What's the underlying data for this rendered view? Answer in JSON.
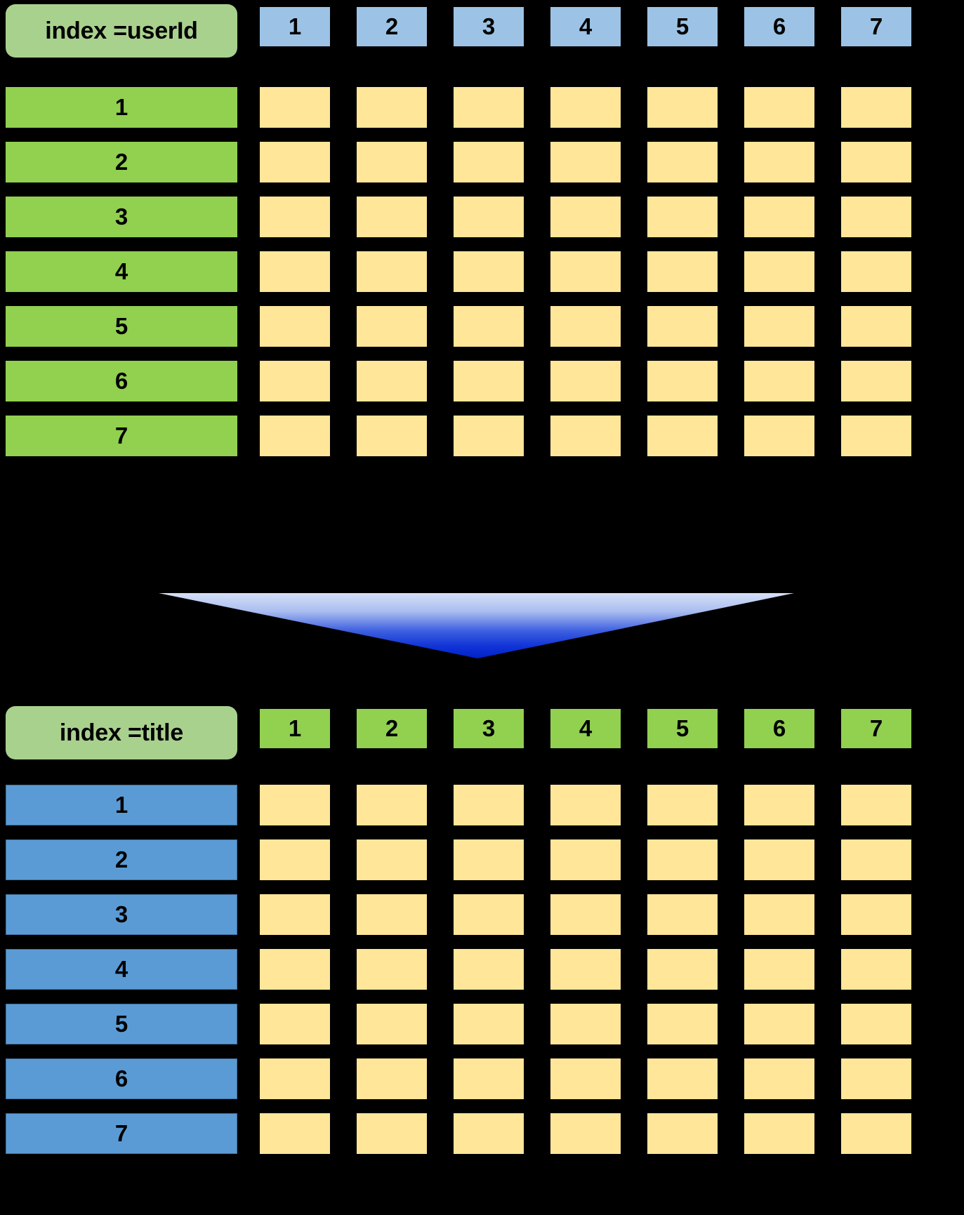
{
  "diagram": {
    "title_top": "index =userId",
    "title_bottom": "index =title",
    "arrow_icon": "down-arrow-icon",
    "colors": {
      "background": "#000000",
      "index_label_bg": "#a9d18e",
      "green_bright": "#92d050",
      "blue_light": "#9cc3e5",
      "blue_mid": "#5b9bd5",
      "blue_border": "#41719c",
      "cell_yellow": "#ffe699",
      "arrow_light": "#c5d3f0",
      "arrow_dark": "#0433cc"
    }
  },
  "top_matrix": {
    "index_label": "index =userId",
    "column_headers": [
      "1",
      "2",
      "3",
      "4",
      "5",
      "6",
      "7"
    ],
    "row_labels": [
      "1",
      "2",
      "3",
      "4",
      "5",
      "6",
      "7"
    ],
    "cell_count_per_row": 7,
    "cell_values": [
      [
        "",
        "",
        "",
        "",
        "",
        "",
        ""
      ],
      [
        "",
        "",
        "",
        "",
        "",
        "",
        ""
      ],
      [
        "",
        "",
        "",
        "",
        "",
        "",
        ""
      ],
      [
        "",
        "",
        "",
        "",
        "",
        "",
        ""
      ],
      [
        "",
        "",
        "",
        "",
        "",
        "",
        ""
      ],
      [
        "",
        "",
        "",
        "",
        "",
        "",
        ""
      ],
      [
        "",
        "",
        "",
        "",
        "",
        "",
        ""
      ]
    ]
  },
  "bottom_matrix": {
    "index_label": "index =title",
    "column_headers": [
      "1",
      "2",
      "3",
      "4",
      "5",
      "6",
      "7"
    ],
    "row_labels": [
      "1",
      "2",
      "3",
      "4",
      "5",
      "6",
      "7"
    ],
    "cell_count_per_row": 7,
    "cell_values": [
      [
        "",
        "",
        "",
        "",
        "",
        "",
        ""
      ],
      [
        "",
        "",
        "",
        "",
        "",
        "",
        ""
      ],
      [
        "",
        "",
        "",
        "",
        "",
        "",
        ""
      ],
      [
        "",
        "",
        "",
        "",
        "",
        "",
        ""
      ],
      [
        "",
        "",
        "",
        "",
        "",
        "",
        ""
      ],
      [
        "",
        "",
        "",
        "",
        "",
        "",
        ""
      ],
      [
        "",
        "",
        "",
        "",
        "",
        "",
        ""
      ]
    ]
  }
}
